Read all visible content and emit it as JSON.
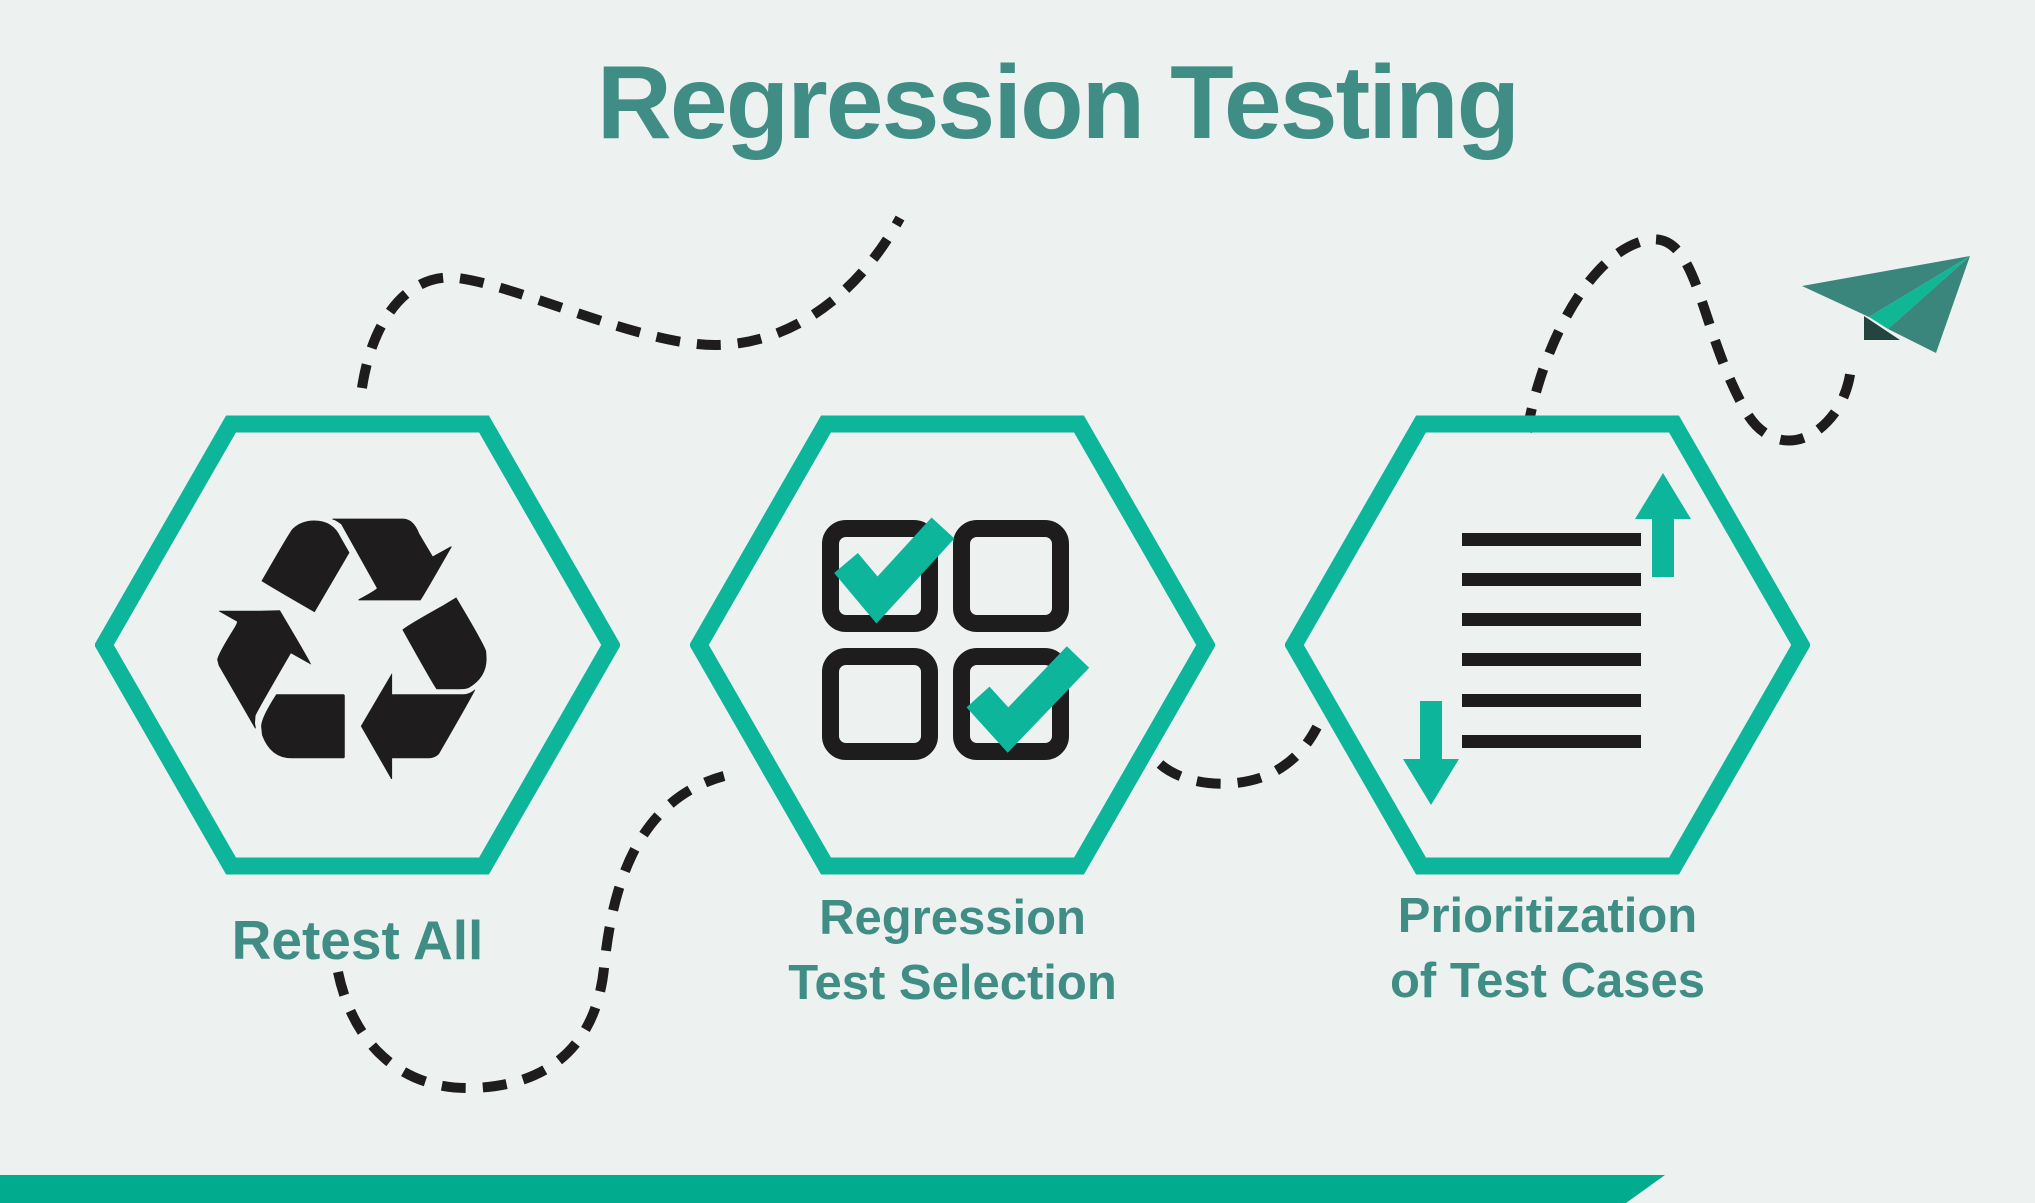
{
  "title": "Regression Testing",
  "colors": {
    "bg": "#edf2f1",
    "teal": "#0db69a",
    "teal_text": "#3f8d84",
    "ink": "#1f1c1d",
    "bar": "#00ab8e",
    "plane_dark": "#3a867d",
    "plane_accent": "#10b795",
    "plane_shadow": "#24443f"
  },
  "steps": [
    {
      "name": "retest-all",
      "label": "Retest All",
      "icon": "recycle-icon",
      "icon_glyph": "♻"
    },
    {
      "name": "regression-test-selection",
      "label": "Regression\nTest Selection",
      "icon": "checkboxes-icon"
    },
    {
      "name": "prioritization-of-test-cases",
      "label": "Prioritization\nof Test Cases",
      "icon": "prioritized-list-icon"
    }
  ],
  "decorations": {
    "paper_plane": "paper-plane-icon",
    "connectors": "dashed-curves"
  }
}
